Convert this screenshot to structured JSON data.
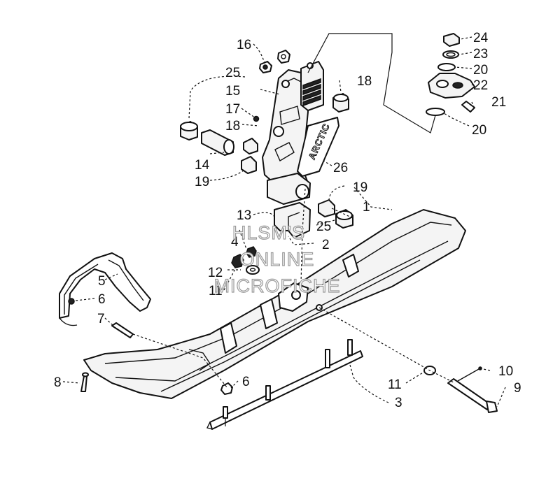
{
  "diagram": {
    "callouts": [
      "1",
      "2",
      "3",
      "4",
      "5",
      "6",
      "6",
      "7",
      "8",
      "9",
      "10",
      "11",
      "11",
      "12",
      "13",
      "14",
      "15",
      "16",
      "17",
      "18",
      "18",
      "19",
      "19",
      "20",
      "20",
      "21",
      "22",
      "23",
      "24",
      "25",
      "25",
      "26"
    ]
  },
  "watermark": {
    "line1": "HLSM'S",
    "line2": "ONLINE",
    "line3": "MICROFICHE"
  },
  "decal": {
    "text": "ARCTIC"
  }
}
